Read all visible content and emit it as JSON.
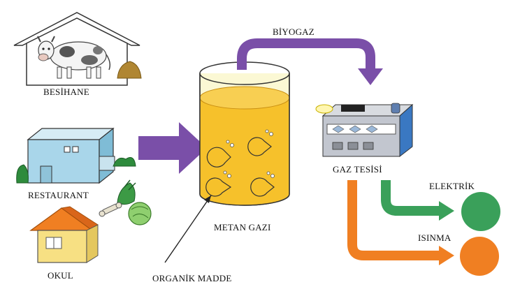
{
  "labels": {
    "besihane": "BESİHANE",
    "biyogaz": "BİYOGAZ",
    "restaurant": "RESTAURANT",
    "okul": "OKUL",
    "metan_gazi": "METAN GAZI",
    "organik_madde": "ORGANİK MADDE",
    "gaz_tesisi": "GAZ TESİSİ",
    "elektrik": "ELEKTRİK",
    "isinma": "ISINMA"
  },
  "colors": {
    "purple_arrow": "#7a4fa8",
    "green_arrow": "#3aa05a",
    "orange_arrow": "#f07f22",
    "tank_liquid": "#f6c12b",
    "tank_glass": "#fbf8d4",
    "restaurant_wall": "#a9d6ea",
    "school_wall": "#f7e083",
    "school_roof": "#f07f22",
    "bacteria": "#f6c12b"
  },
  "icons": [
    "cow-icon",
    "manure-icon",
    "vegetable-icon",
    "cabbage-icon",
    "bacteria-icon",
    "gas-plant-icon"
  ]
}
